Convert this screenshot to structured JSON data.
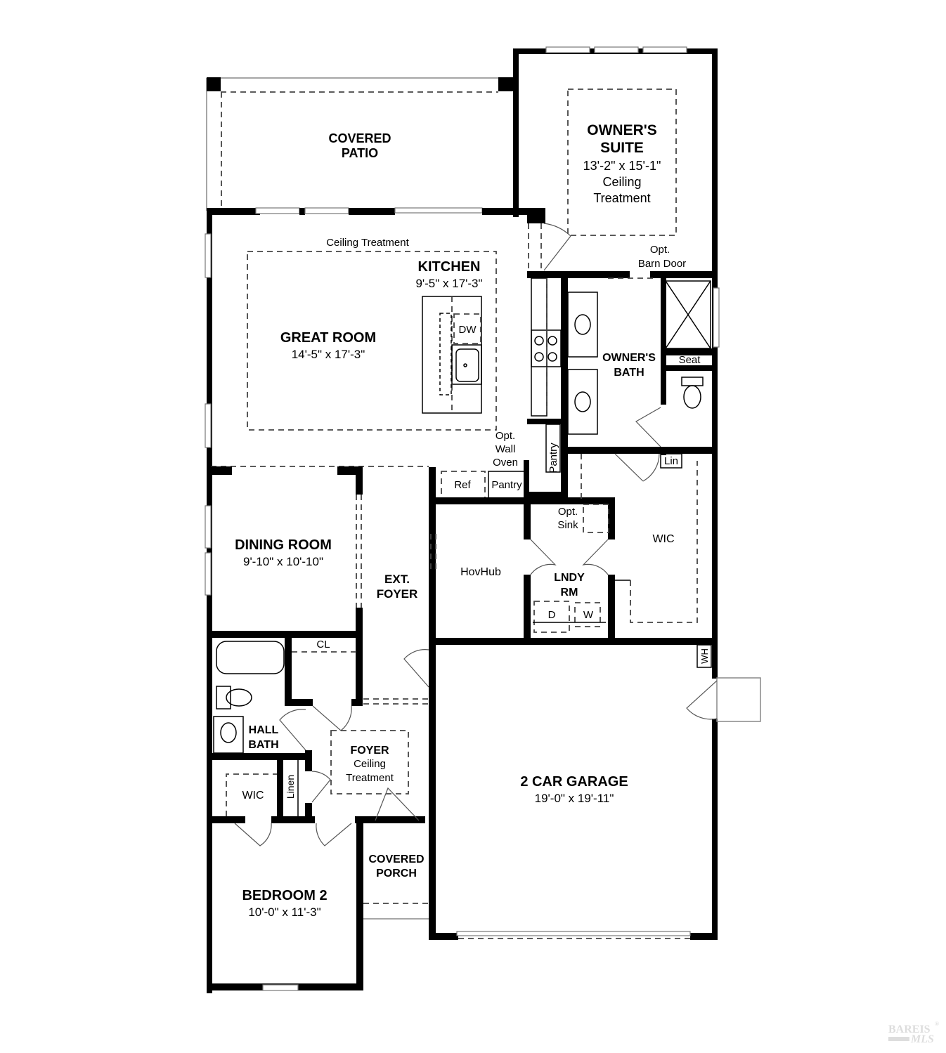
{
  "plan": {
    "rooms": {
      "covered_patio": {
        "name": [
          "COVERED",
          "PATIO"
        ]
      },
      "owners_suite": {
        "name": [
          "OWNER'S",
          "SUITE"
        ],
        "dims": "13'-2\" x 15'-1\"",
        "note": [
          "Ceiling",
          "Treatment"
        ]
      },
      "great_room": {
        "name": "GREAT ROOM",
        "dims": "14'-5\" x 17'-3\"",
        "note": "Ceiling Treatment"
      },
      "kitchen": {
        "name": "KITCHEN",
        "dims": "9'-5\" x 17'-3\""
      },
      "owners_bath": {
        "name": [
          "OWNER'S",
          "BATH"
        ]
      },
      "dining_room": {
        "name": "DINING ROOM",
        "dims": "9'-10\" x 10'-10\""
      },
      "ext_foyer": {
        "name": [
          "EXT.",
          "FOYER"
        ]
      },
      "hovhub": {
        "name": "HovHub"
      },
      "laundry": {
        "name": [
          "LNDY",
          "RM"
        ]
      },
      "owners_wic": {
        "name": "WIC"
      },
      "hall_bath": {
        "name": [
          "HALL",
          "BATH"
        ]
      },
      "foyer": {
        "name": "FOYER",
        "note": [
          "Ceiling",
          "Treatment"
        ]
      },
      "bedroom2_wic": {
        "name": "WIC"
      },
      "bedroom2": {
        "name": "BEDROOM 2",
        "dims": "10'-0\" x 11'-3\""
      },
      "covered_porch": {
        "name": [
          "COVERED",
          "PORCH"
        ]
      },
      "garage": {
        "name": "2 CAR GARAGE",
        "dims": "19'-0\" x 19'-11\""
      }
    },
    "fixtures": {
      "dishwasher": "DW",
      "refrigerator": "Ref",
      "pantry_small": "Pantry",
      "pantry_tall": "Pantry",
      "wall_oven": [
        "Opt.",
        "Wall",
        "Oven"
      ],
      "barn_door": [
        "Opt.",
        "Barn Door"
      ],
      "seat": "Seat",
      "linen_owner": "Lin",
      "sink": [
        "Opt.",
        "Sink"
      ],
      "dryer": "D",
      "washer": "W",
      "closet": "CL",
      "linen_hall": "Linen",
      "water_heater": "WH"
    }
  },
  "watermark": {
    "line1": "BAREIS",
    "line2": "MLS",
    "reg": "®"
  }
}
